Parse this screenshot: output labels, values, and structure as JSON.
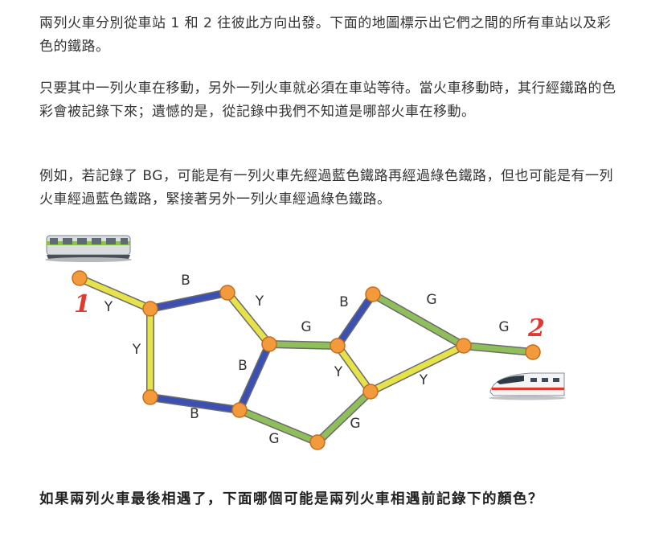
{
  "intro": {
    "paragraph1": "兩列火車分別從車站 1 和 2 往彼此方向出發。下面的地圖標示出它們之間的所有車站以及彩色的鐵路。",
    "paragraph2": "只要其中一列火車在移動，另外一列火車就必須在車站等待。當火車移動時，其行經鐵路的色彩會被記錄下來；遺憾的是，從記錄中我們不知道是哪部火車在移動。",
    "paragraph3": "例如，若記錄了 BG，可能是有一列火車先經過藍色鐵路再經過綠色鐵路，但也可能是有一列火車經過藍色鐵路，緊接著另外一列火車經過綠色鐵路。"
  },
  "map": {
    "colors": {
      "Y": "#e6e34a",
      "B": "#3c50b4",
      "G": "#8fbf5a",
      "station": "#f29a3c",
      "station_outline": "#c56d1d",
      "start_number": "#e03a2f"
    },
    "stations": [
      "s1",
      "a",
      "b",
      "c",
      "d",
      "e",
      "f",
      "g",
      "h",
      "i",
      "j",
      "k",
      "s2"
    ],
    "tracks": [
      {
        "from": "s1",
        "to": "a",
        "color": "Y",
        "label": "Y"
      },
      {
        "from": "a",
        "to": "b",
        "color": "B",
        "label": "B"
      },
      {
        "from": "a",
        "to": "c",
        "color": "Y",
        "label": "Y"
      },
      {
        "from": "c",
        "to": "d",
        "color": "B",
        "label": "B"
      },
      {
        "from": "b",
        "to": "e",
        "color": "Y",
        "label": "Y"
      },
      {
        "from": "e",
        "to": "d",
        "color": "B",
        "label": "B"
      },
      {
        "from": "e",
        "to": "f",
        "color": "G",
        "label": "G"
      },
      {
        "from": "d",
        "to": "g",
        "color": "G",
        "label": "G"
      },
      {
        "from": "f",
        "to": "h",
        "color": "B",
        "label": "B"
      },
      {
        "from": "f",
        "to": "i",
        "color": "Y",
        "label": "Y"
      },
      {
        "from": "g",
        "to": "i",
        "color": "G",
        "label": "G"
      },
      {
        "from": "h",
        "to": "j",
        "color": "G",
        "label": "G"
      },
      {
        "from": "i",
        "to": "j",
        "color": "Y",
        "label": "Y"
      },
      {
        "from": "j",
        "to": "s2",
        "color": "G",
        "label": "G"
      }
    ],
    "start_labels": {
      "left": "1",
      "right": "2"
    },
    "icons": {
      "left_train": "commuter-train-icon",
      "right_train": "high-speed-train-icon"
    }
  },
  "question": "如果兩列火車最後相遇了，下面哪個可能是兩列火車相遇前記錄下的顏色？"
}
